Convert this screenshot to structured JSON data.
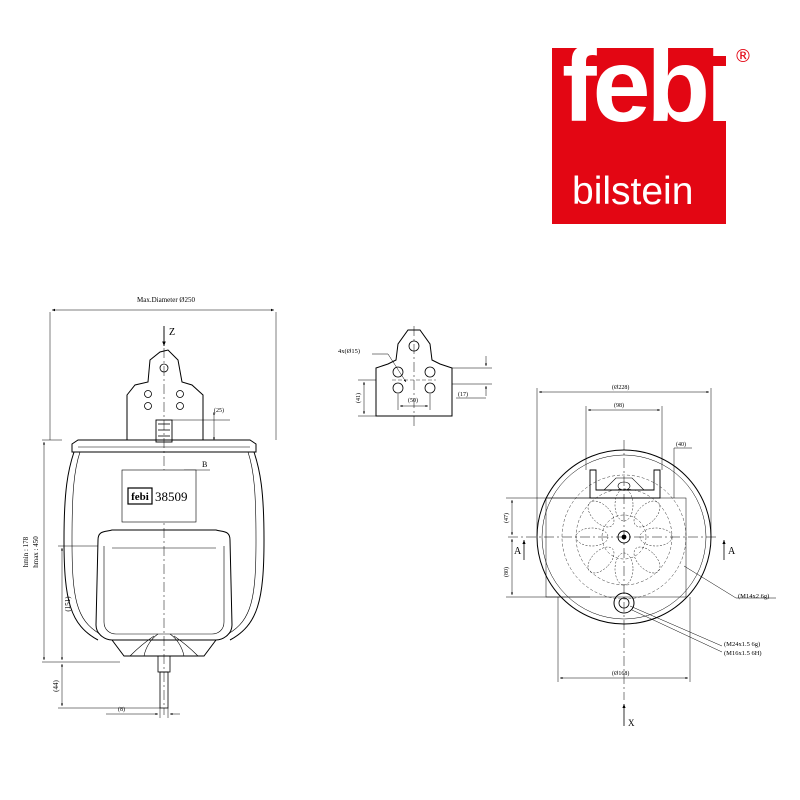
{
  "brand": {
    "logo_word": "febi",
    "logo_sub": "bilstein",
    "registered": "®",
    "color": "#e30613"
  },
  "side_view": {
    "max_diameter": "Max.Diameter Ø250",
    "axis_z": "Z",
    "dim_25": "(25)",
    "marker_b": "B",
    "label_logo": "febi",
    "part_number": "38509",
    "hmax": "hmax : 450",
    "hmin": "hmin : 178",
    "dim_151": "(151)",
    "dim_44": "(44)",
    "dim_8": "(8)"
  },
  "bracket_view": {
    "holes": "4x(Ø15)",
    "dim_50": "(50)",
    "dim_41": "(41)",
    "dim_17": "(17)"
  },
  "bottom_view": {
    "dia_228": "(Ø228)",
    "dim_98": "(98)",
    "dim_40": "(40)",
    "dim_47": "(47)",
    "dim_80": "(80)",
    "section_a_left": "A",
    "section_a_right": "A",
    "thread_m14": "(M14x2 6g)",
    "thread_m24": "(M24x1.5 6g)",
    "thread_m16": "(M16x1.5 6H)",
    "dia_168": "(Ø168)",
    "axis_x": "X"
  }
}
